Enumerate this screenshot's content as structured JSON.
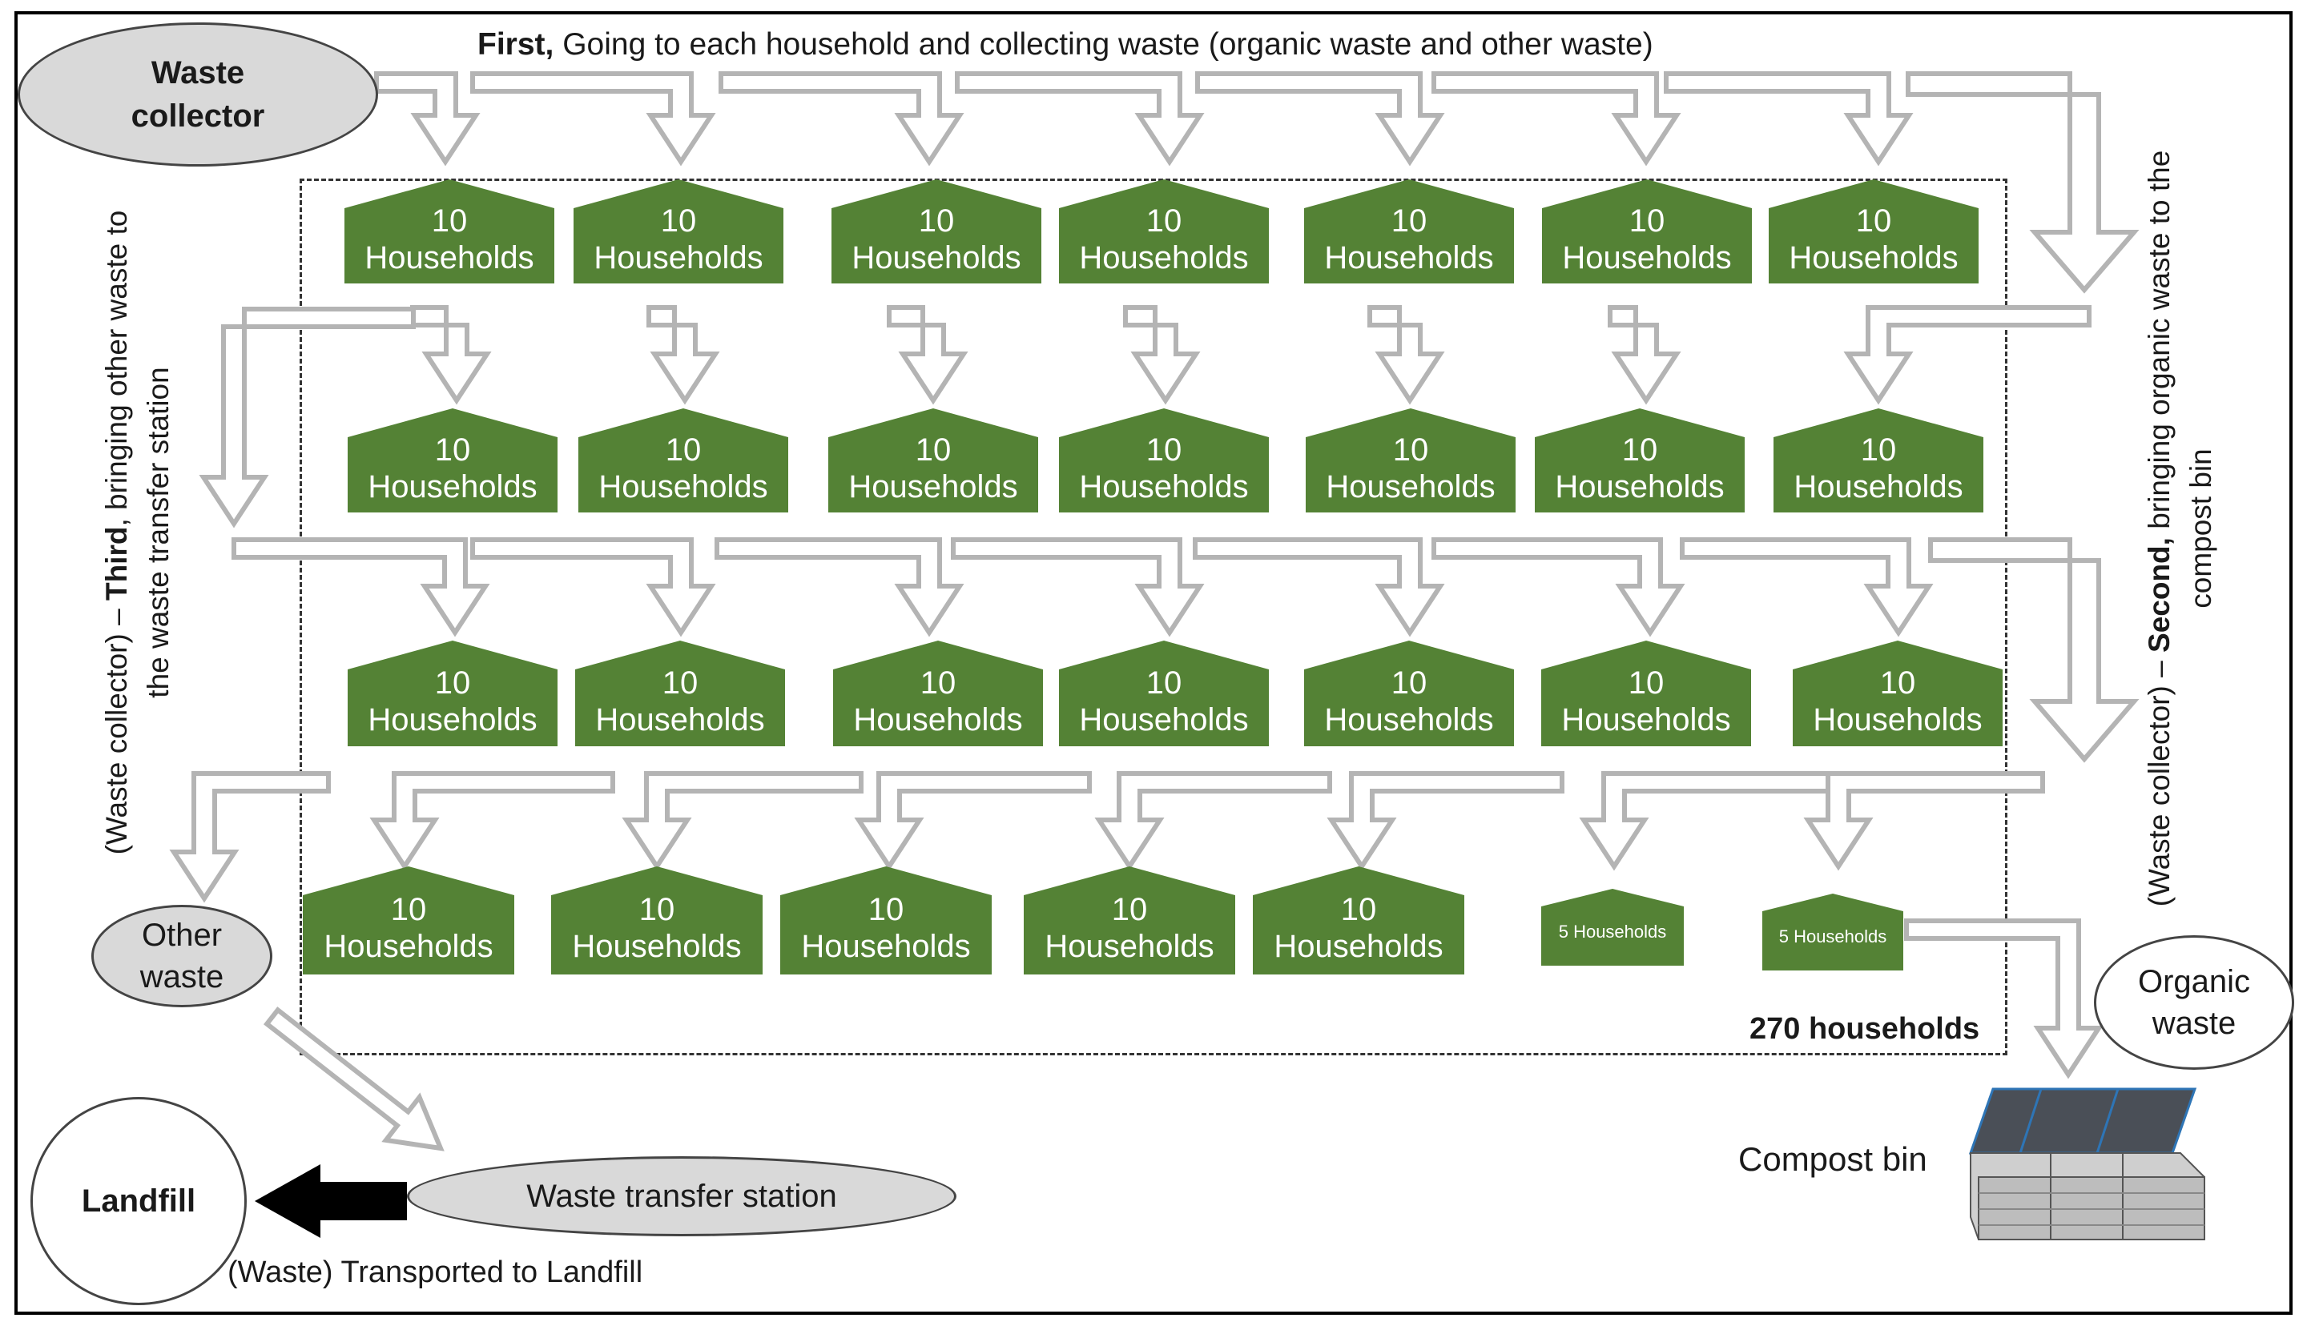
{
  "first_label_bold": "First,",
  "first_label_rest": " Going to each household and collecting waste (organic waste and other waste)",
  "second_label_pre": "(Waste collector) – ",
  "second_label_bold": "Second,",
  "second_label_rest": " bringing organic waste to the",
  "second_label_line2": "compost bin",
  "third_label_pre": "(Waste collector) – ",
  "third_label_bold": "Third",
  "third_label_rest": ", bringing other waste to",
  "third_label_line2": "the waste transfer station",
  "waste_collector_line1": "Waste",
  "waste_collector_line2": "collector",
  "other_waste_line1": "Other",
  "other_waste_line2": "waste",
  "organic_waste_line1": "Organic",
  "organic_waste_line2": "waste",
  "landfill": "Landfill",
  "waste_transfer_station": "Waste transfer station",
  "transported_label": "(Waste) Transported to Landfill",
  "compost_bin": "Compost bin",
  "total_households": "270 households",
  "house_number": "10",
  "house_word": "Households",
  "small_house_label": "5 Households",
  "colors": {
    "house_green": "#548235",
    "arrow_outline": "#b4b4b4",
    "ellipse_fill": "#d9d9d9"
  }
}
